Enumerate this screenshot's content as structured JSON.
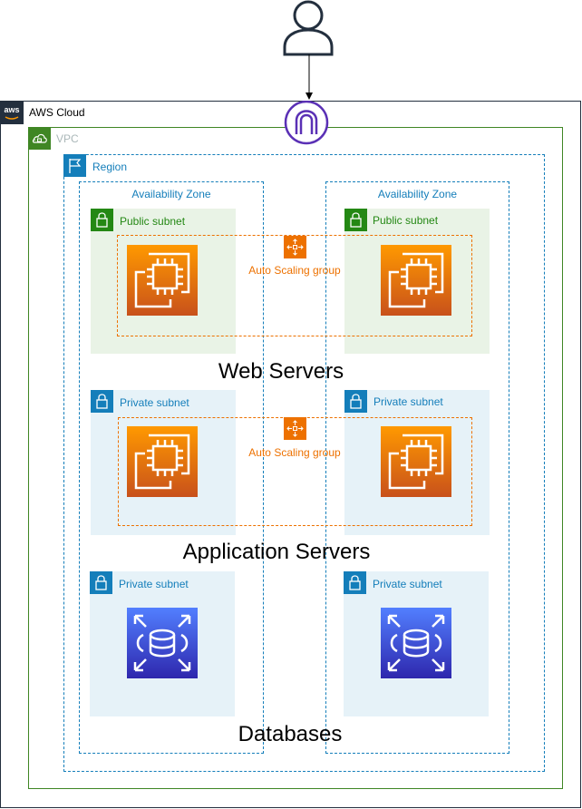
{
  "cloud": {
    "label": "AWS Cloud",
    "logo_text": "aws",
    "border_color": "#232F3E"
  },
  "vpc": {
    "label": "VPC",
    "border_color": "#3F8624",
    "label_color": "#AAB7B8"
  },
  "region": {
    "label": "Region",
    "border_color": "#147EBA"
  },
  "availability_zones": [
    {
      "label": "Availability Zone"
    },
    {
      "label": "Availability Zone"
    }
  ],
  "subnets": {
    "public": [
      {
        "label": "Public subnet"
      },
      {
        "label": "Public subnet"
      }
    ],
    "private_app": [
      {
        "label": "Private subnet"
      },
      {
        "label": "Private subnet"
      }
    ],
    "private_db": [
      {
        "label": "Private subnet"
      },
      {
        "label": "Private subnet"
      }
    ]
  },
  "auto_scaling_groups": [
    {
      "label": "Auto Scaling group"
    },
    {
      "label": "Auto Scaling group"
    }
  ],
  "tiers": {
    "web": "Web Servers",
    "app": "Application Servers",
    "db": "Databases"
  },
  "icons": {
    "user": "user-icon",
    "gateway": "internet-gateway-icon",
    "ec2": "ec2-instance-icon",
    "rds": "rds-database-icon",
    "auto_scaling": "auto-scaling-icon",
    "lock": "lock-icon",
    "flag": "region-flag-icon",
    "vpc_cloud": "vpc-cloud-icon"
  },
  "colors": {
    "public_fill": "#E9F3E6",
    "public_accent": "#248814",
    "private_fill": "#E6F2F8",
    "private_accent": "#147EBA",
    "asg_orange": "#ED7100",
    "ec2_top": "#F78E04",
    "ec2_bottom": "#D05C17",
    "rds_top": "#4D72F3",
    "rds_bottom": "#3334B9",
    "gateway_purple": "#5A30B5"
  }
}
